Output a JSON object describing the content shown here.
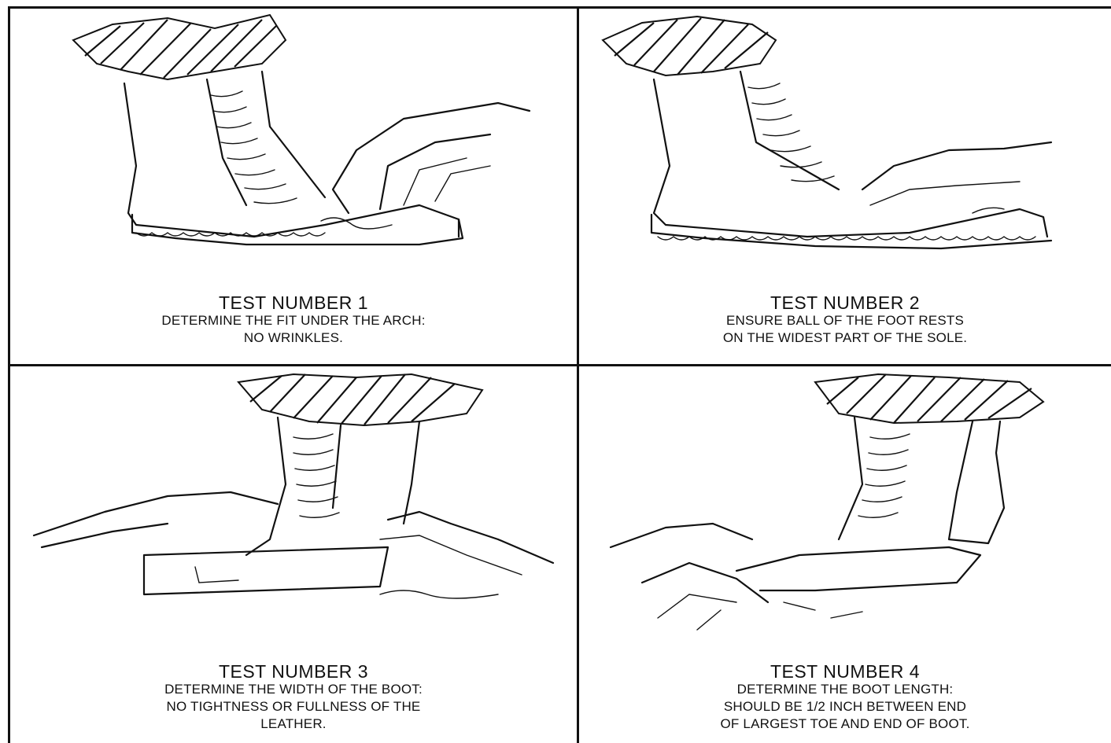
{
  "panels": [
    {
      "title": "TEST NUMBER 1",
      "text": "DETERMINE THE FIT UNDER THE ARCH:\nNO WRINKLES."
    },
    {
      "title": "TEST NUMBER 2",
      "text": "ENSURE BALL OF THE FOOT RESTS\nON THE WIDEST PART OF THE SOLE."
    },
    {
      "title": "TEST NUMBER 3",
      "text": "DETERMINE THE WIDTH OF THE BOOT:\nNO TIGHTNESS OR FULLNESS OF THE\nLEATHER."
    },
    {
      "title": "TEST NUMBER 4",
      "text": "DETERMINE THE BOOT LENGTH:\nSHOULD BE 1/2 INCH BETWEEN END\nOF LARGEST TOE AND END OF BOOT."
    }
  ]
}
